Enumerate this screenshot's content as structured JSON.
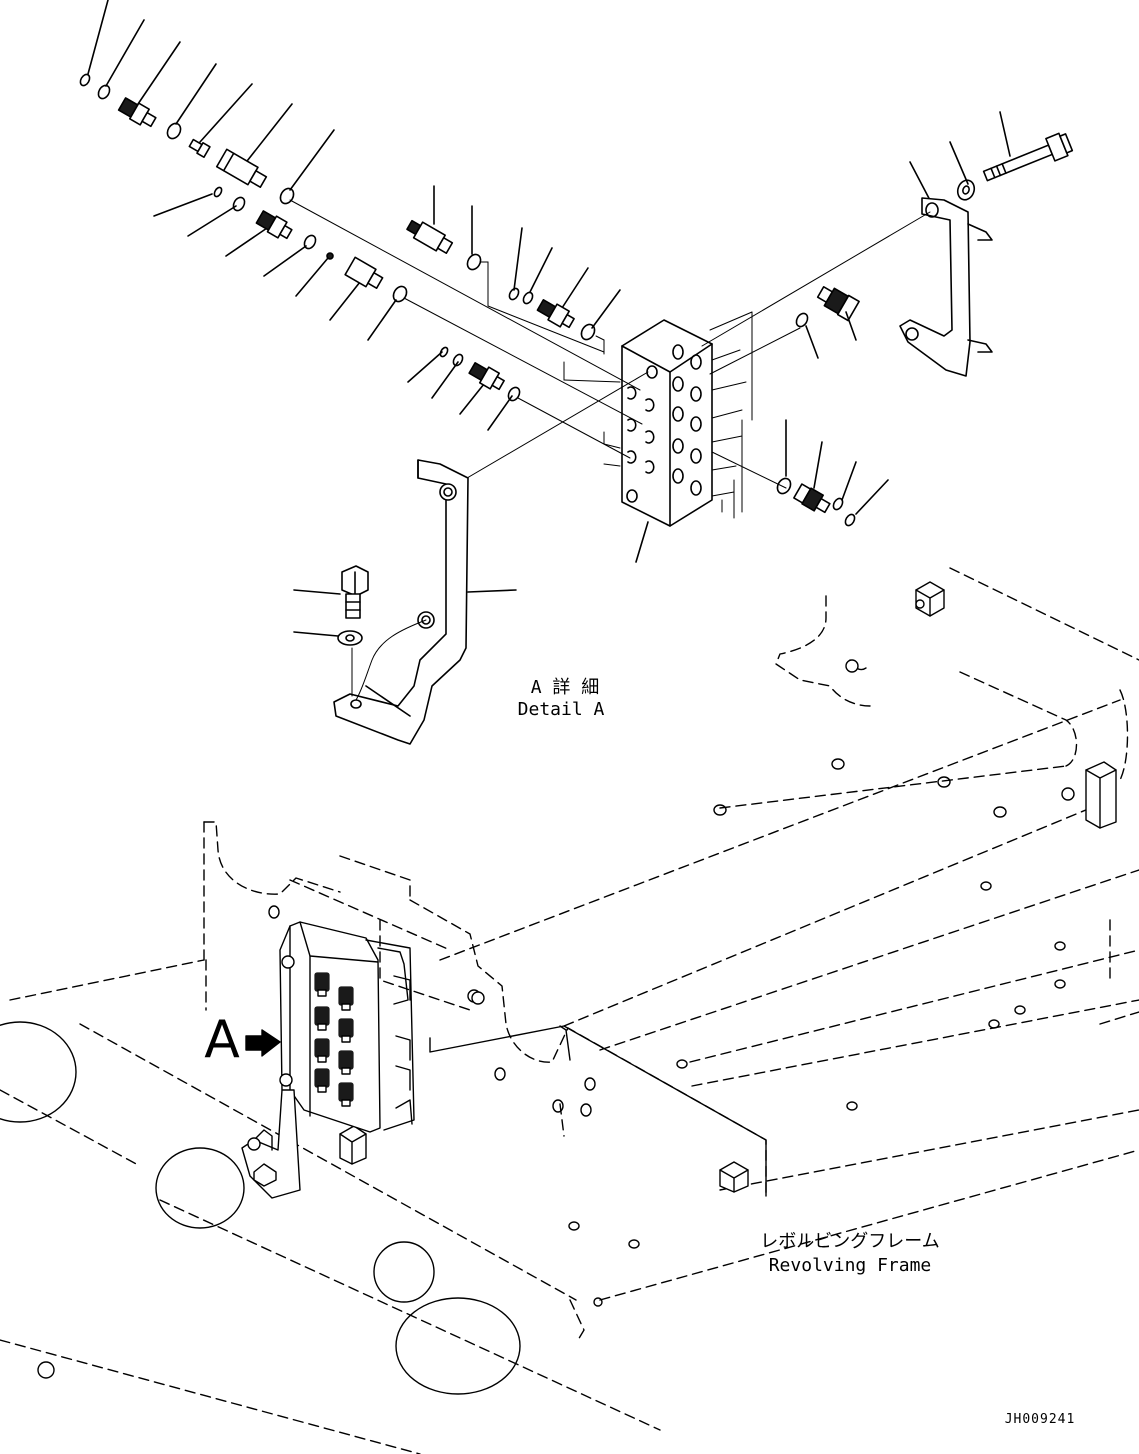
{
  "detail": {
    "label_jp": "A 詳 細",
    "label_en": "Detail A"
  },
  "frame": {
    "label_jp": "レボルビングフレーム",
    "label_en": "Revolving Frame"
  },
  "view_marker": "A",
  "drawing_code": "JH009241",
  "colors": {
    "ink": "#000000",
    "paper": "#ffffff",
    "fitting_fill": "#1a1a1a"
  },
  "icons": {
    "view_arrow": "right-arrow-icon"
  }
}
